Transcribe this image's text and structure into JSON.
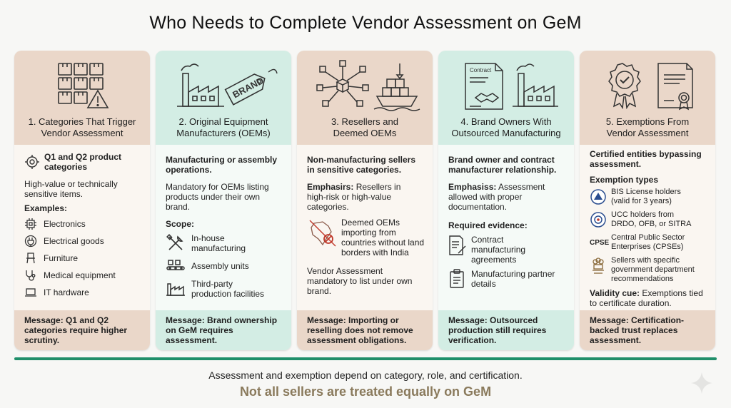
{
  "title": "Who Needs to Complete Vendor Assessment on GeM",
  "accent_colors": {
    "beige": "#ead7c9",
    "mint": "#d3ede4",
    "green_line": "#1f8f6a",
    "gold_text": "#8a7a5c"
  },
  "cards": [
    {
      "title_line1": "1. Categories That Trigger",
      "title_line2": "Vendor Assessment",
      "icon": "boxes-warning-icon",
      "q_line1": "Q1 and Q2 product",
      "q_line2": "categories",
      "desc_line1": "High-value or technically",
      "desc_line2": "sensitive items.",
      "examples_label": "Examples:",
      "examples": [
        "Electronics",
        "Electrical goods",
        "Furniture",
        "Medical equipment",
        "IT hardware"
      ],
      "message_line1": "Message: Q1 and Q2",
      "message_line2": "categories require higher",
      "message_line3": "scrutiny."
    },
    {
      "title_line1": "2. Original Equipment",
      "title_line2": "Manufacturers (OEMs)",
      "brand_tag": "BRAND",
      "intro_line1": "Manufacturing or assembly",
      "intro_line2": "operations.",
      "desc_line1": "Mandatory for OEMs listing",
      "desc_line2": "products under their own",
      "desc_line3": "brand.",
      "scope_label": "Scope:",
      "scope_1_line1": "In-house",
      "scope_1_line2": "manufacturing",
      "scope_2": "Assembly units",
      "scope_3_line1": "Third-party",
      "scope_3_line2": "production facilities",
      "message_line1": "Message: Brand ownership",
      "message_line2": "on GeM requires",
      "message_line3": "assessment."
    },
    {
      "title_line1": "3. Resellers and",
      "title_line2": "Deemed OEMs",
      "intro_line1": "Non-manufacturing sellers",
      "intro_line2": "in sensitive categories.",
      "emphasis_label": "Emphasirs:",
      "emphasis_line1": " Resellers in",
      "emphasis_line2": "high-risk or high-value",
      "emphasis_line3": "categories.",
      "deemed_line1": "Deemed OEMs",
      "deemed_line2": "importing from",
      "deemed_line3": "countries without land",
      "deemed_line4": "borders with India",
      "vendor_line1": "Vendor Assessment",
      "vendor_line2": "mandatory to list under own",
      "vendor_line3": "brand.",
      "message_line1": "Message: Importing or",
      "message_line2": "reselling does not remove",
      "message_line3": "assessment obligations."
    },
    {
      "title_line1": "4. Brand Owners With",
      "title_line2": "Outsourced Manufacturing",
      "contract_tag": "Contract",
      "intro_line1": "Brand owner and contract",
      "intro_line2": "manufacturer relationship.",
      "emphasis_label": "Emphasiss:",
      "emphasis_line1": " Assessment",
      "emphasis_line2": "allowed with proper",
      "emphasis_line3": "documentation.",
      "evidence_label": "Required evidence:",
      "evidence_1_line1": "Contract",
      "evidence_1_line2": "manufacturing",
      "evidence_1_line3": "agreements",
      "evidence_2_line1": "Manufacturing partner",
      "evidence_2_line2": "details",
      "message_line1": "Message: Outsourced",
      "message_line2": "production still requires",
      "message_line3": "verification."
    },
    {
      "title_line1": "5. Exemptions From",
      "title_line2": "Vendor Assessment",
      "intro_line1": "Certified entities bypassing",
      "intro_line2": "assessment.",
      "types_label": "Exemption types",
      "type_1_line1": "BIS License holders",
      "type_1_line2": "(valid for 3 years)",
      "type_2_line1": "UCC holders from",
      "type_2_line2": "DRDO, OFB, or SITRA",
      "cpse_badge": "CPSE",
      "type_3_line1": "Central Public Sector",
      "type_3_line2": "Enterprises (CPSEs)",
      "type_4_line1": "Sellers with specific",
      "type_4_line2": "government department",
      "type_4_line3": "recommendations",
      "validity_label": "Validity cue:",
      "validity_line1": " Exemptions tied",
      "validity_line2": "to certificate duration.",
      "message_line1": "Message: Certification-",
      "message_line2": "backed trust replaces",
      "message_line3": "assessment."
    }
  ],
  "footer_line1": "Assessment and exemption depend on category, role, and certification.",
  "footer_line2": "Not all sellers are treated equally on GeM"
}
